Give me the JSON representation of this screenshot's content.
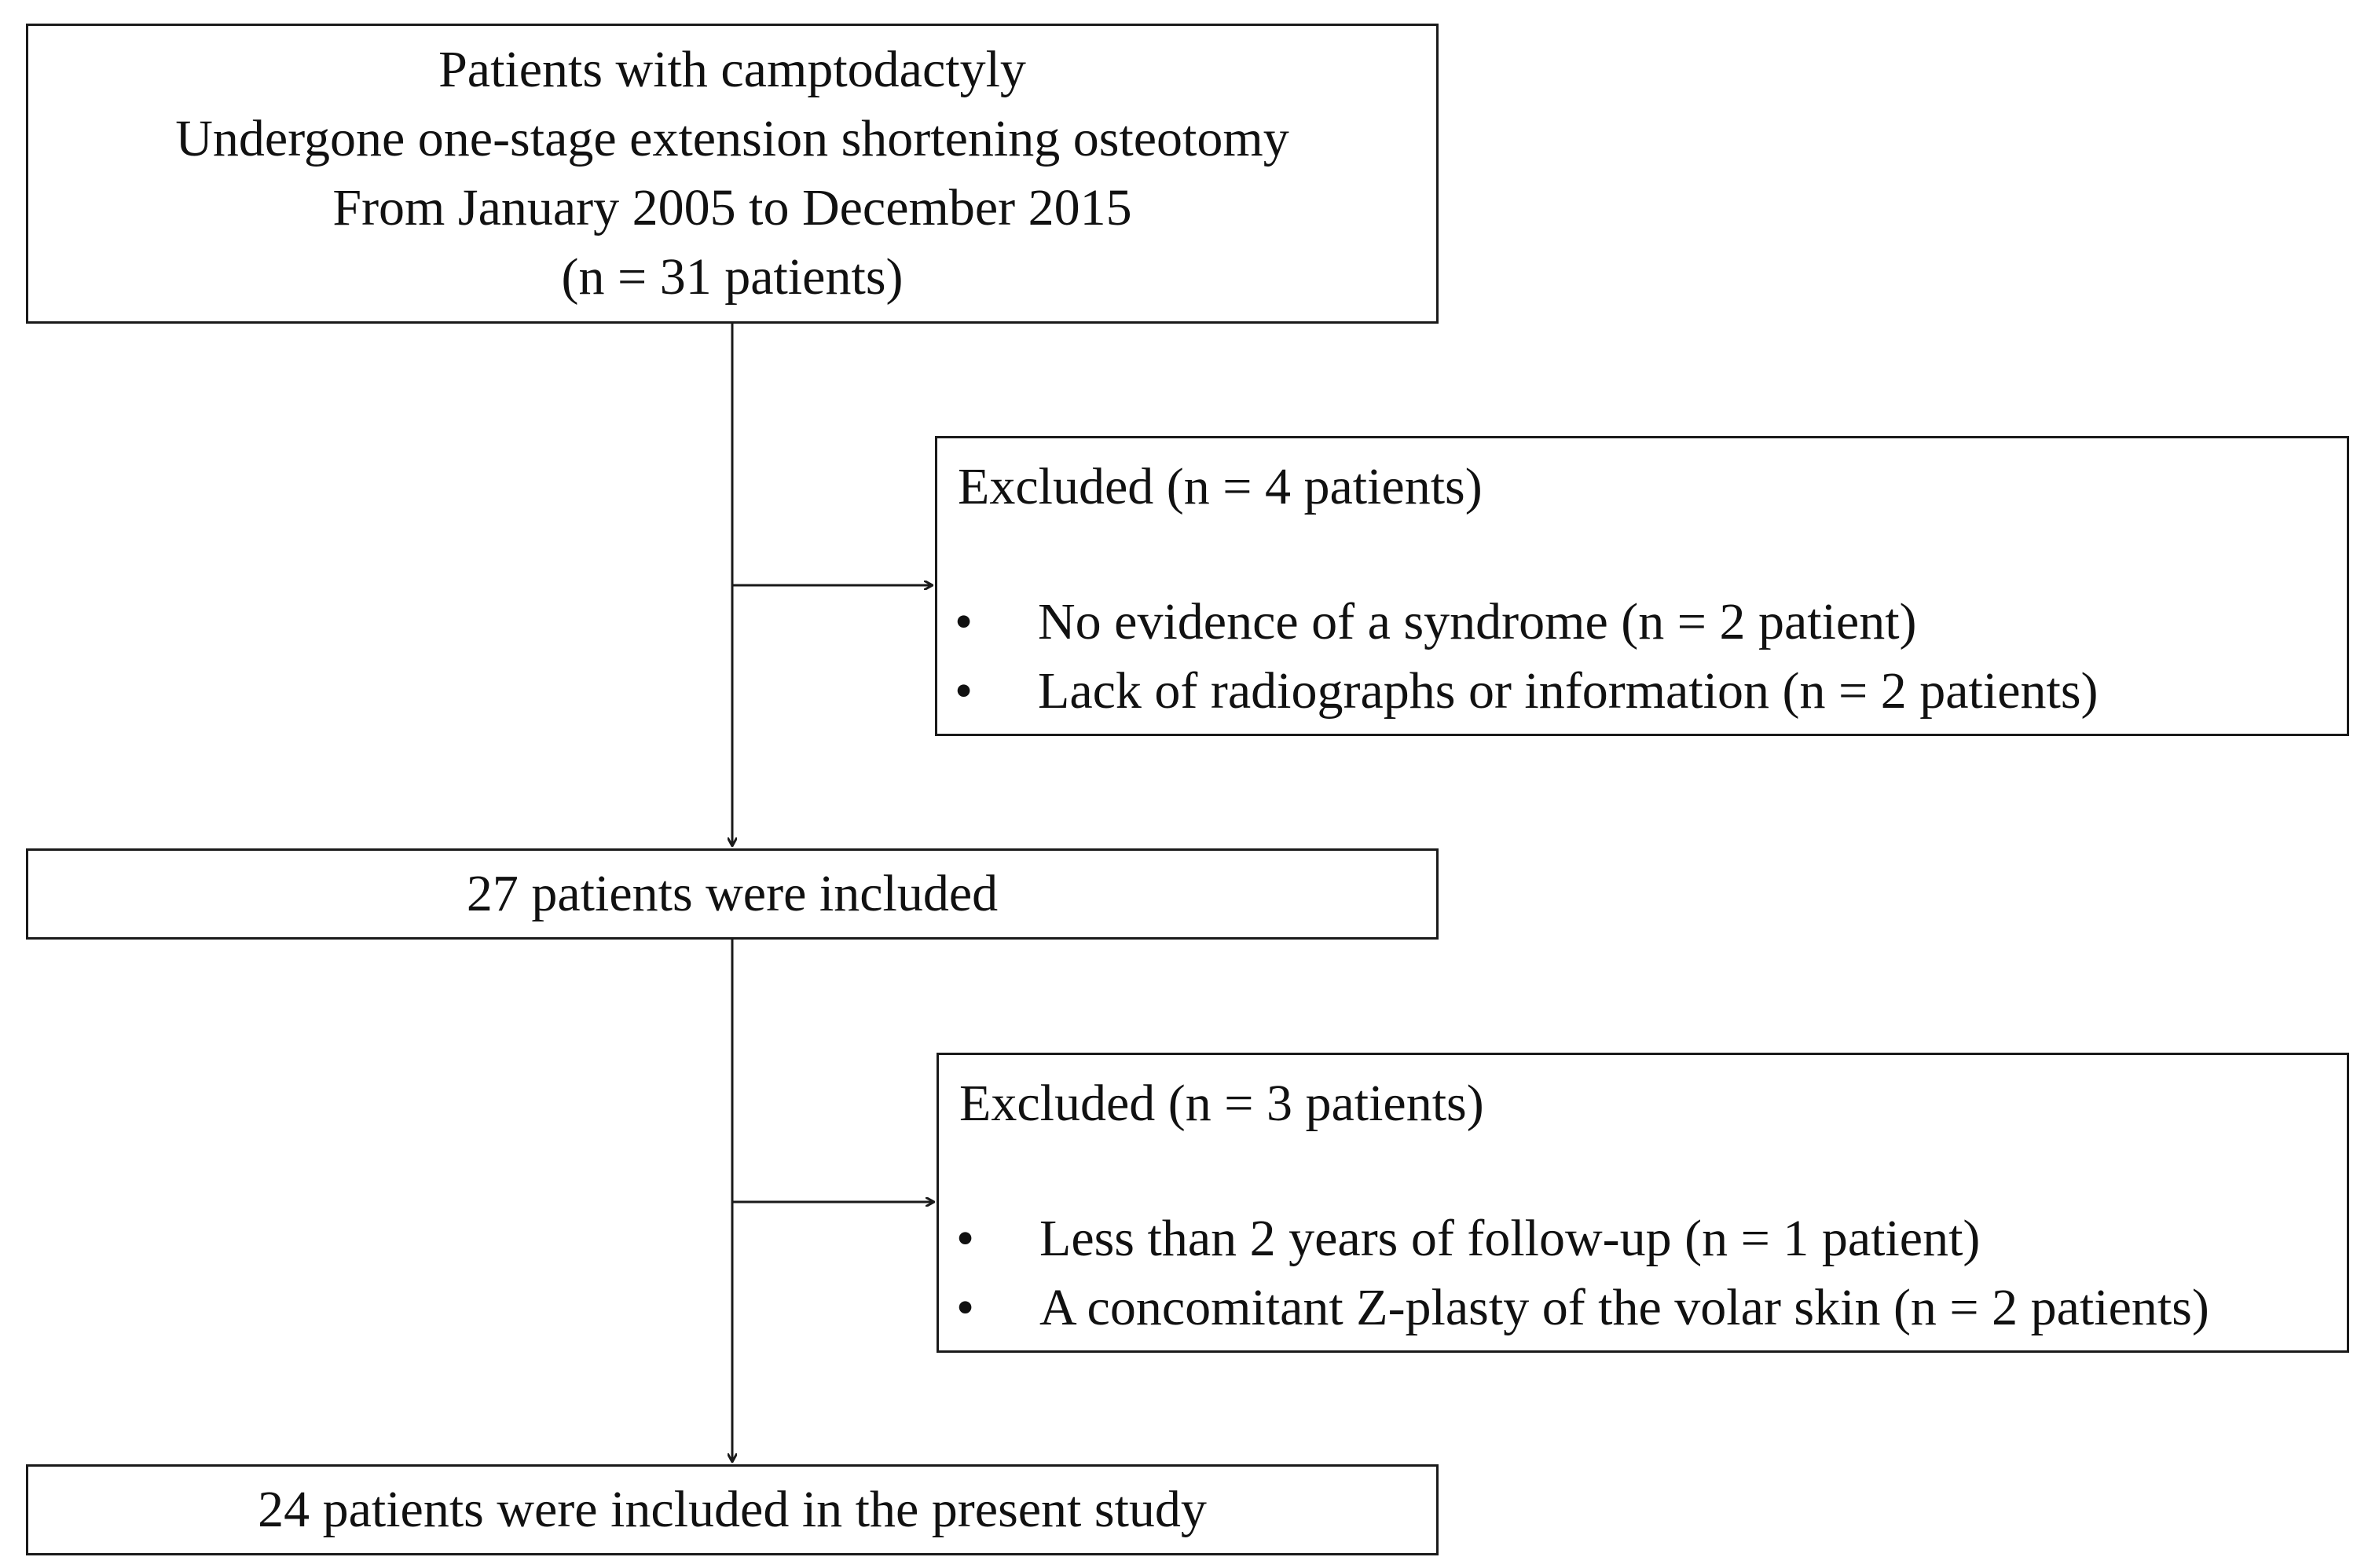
{
  "start_box": {
    "lines": [
      "Patients with camptodactyly",
      "Undergone one-stage extension shortening osteotomy",
      "From January 2005 to December 2015",
      "(n = 31 patients)"
    ]
  },
  "exclusion_1": {
    "title": "Excluded  (n = 4 patients)",
    "bullet_glyph": "•",
    "items": [
      "No evidence of a syndrome (n = 2 patient)",
      "Lack of radiographs or information (n = 2 patients)"
    ]
  },
  "middle_box": {
    "text": "27 patients were included"
  },
  "exclusion_2": {
    "title": "Excluded  (n = 3 patients)",
    "bullet_glyph": "•",
    "items": [
      "Less than 2 years of follow-up (n = 1 patient)",
      "A concomitant Z-plasty of the volar skin (n = 2 patients)"
    ]
  },
  "final_box": {
    "text": "24 patients were included in the present study"
  },
  "colors": {
    "stroke": "#1a1a1a",
    "text": "#111111",
    "background": "#ffffff"
  }
}
